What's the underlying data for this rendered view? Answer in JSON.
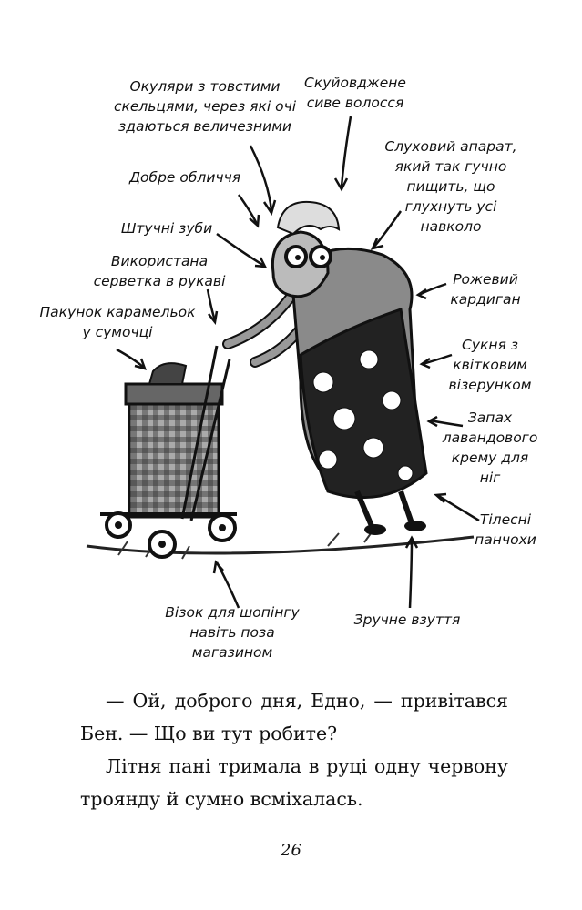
{
  "labels": {
    "glasses": "Окуляри з товстими\nскельцями, через які очі\nздаються величезними",
    "hair": "Скуйовджене\nсиве волосся",
    "face": "Добре обличчя",
    "hearing_aid": "Слуховий апарат,\nякий так гучно\nпищить, що\nглухнуть усі\nнавколо",
    "teeth": "Штучні зуби",
    "napkin": "Використана\nсерветка в рукаві",
    "cardigan": "Рожевий\nкардиган",
    "toffees": "Пакунок карамельок\nу сумочці",
    "dress": "Сукня з\nквітковим\nвізерунком",
    "cream": "Запах\nлавандового\nкрему для\nніг",
    "stockings": "Тілесні\nпанчохи",
    "trolley": "Візок для шопінгу\nнавіть поза\nмагазином",
    "shoes": "Зручне взуття"
  },
  "text": {
    "p1": "— Ой, доброго дня, Едно, — привітався Бен. — Що ви тут робите?",
    "p2": "Літня пані тримала в руці одну червону троянду й сумно всміхалась."
  },
  "page_number": "26"
}
